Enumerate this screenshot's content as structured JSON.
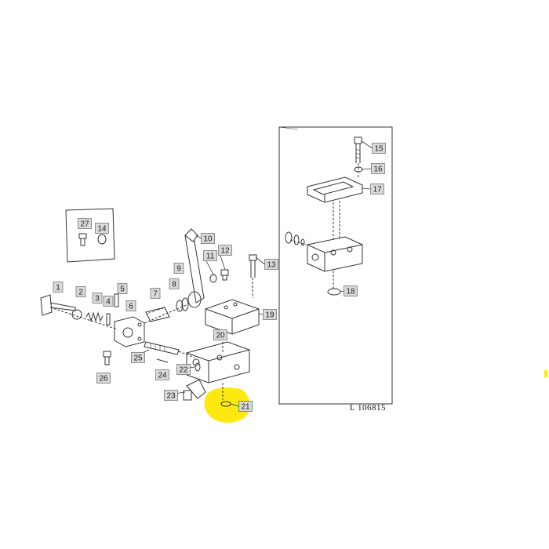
{
  "diagram": {
    "reference_code": "L 106815",
    "highlight_color": "#fde910",
    "callout_fill": "#d9d9d9",
    "callout_stroke": "#777777",
    "line_color": "#333333",
    "parts": [
      {
        "label": "1"
      },
      {
        "label": "2"
      },
      {
        "label": "3"
      },
      {
        "label": "4"
      },
      {
        "label": "5"
      },
      {
        "label": "6"
      },
      {
        "label": "7"
      },
      {
        "label": "8"
      },
      {
        "label": "9"
      },
      {
        "label": "10"
      },
      {
        "label": "11"
      },
      {
        "label": "12"
      },
      {
        "label": "13"
      },
      {
        "label": "14"
      },
      {
        "label": "15"
      },
      {
        "label": "16"
      },
      {
        "label": "17"
      },
      {
        "label": "18"
      },
      {
        "label": "19"
      },
      {
        "label": "20"
      },
      {
        "label": "21"
      },
      {
        "label": "22"
      },
      {
        "label": "23"
      },
      {
        "label": "24"
      },
      {
        "label": "25"
      },
      {
        "label": "26"
      },
      {
        "label": "27"
      }
    ],
    "highlighted_part": "21"
  }
}
